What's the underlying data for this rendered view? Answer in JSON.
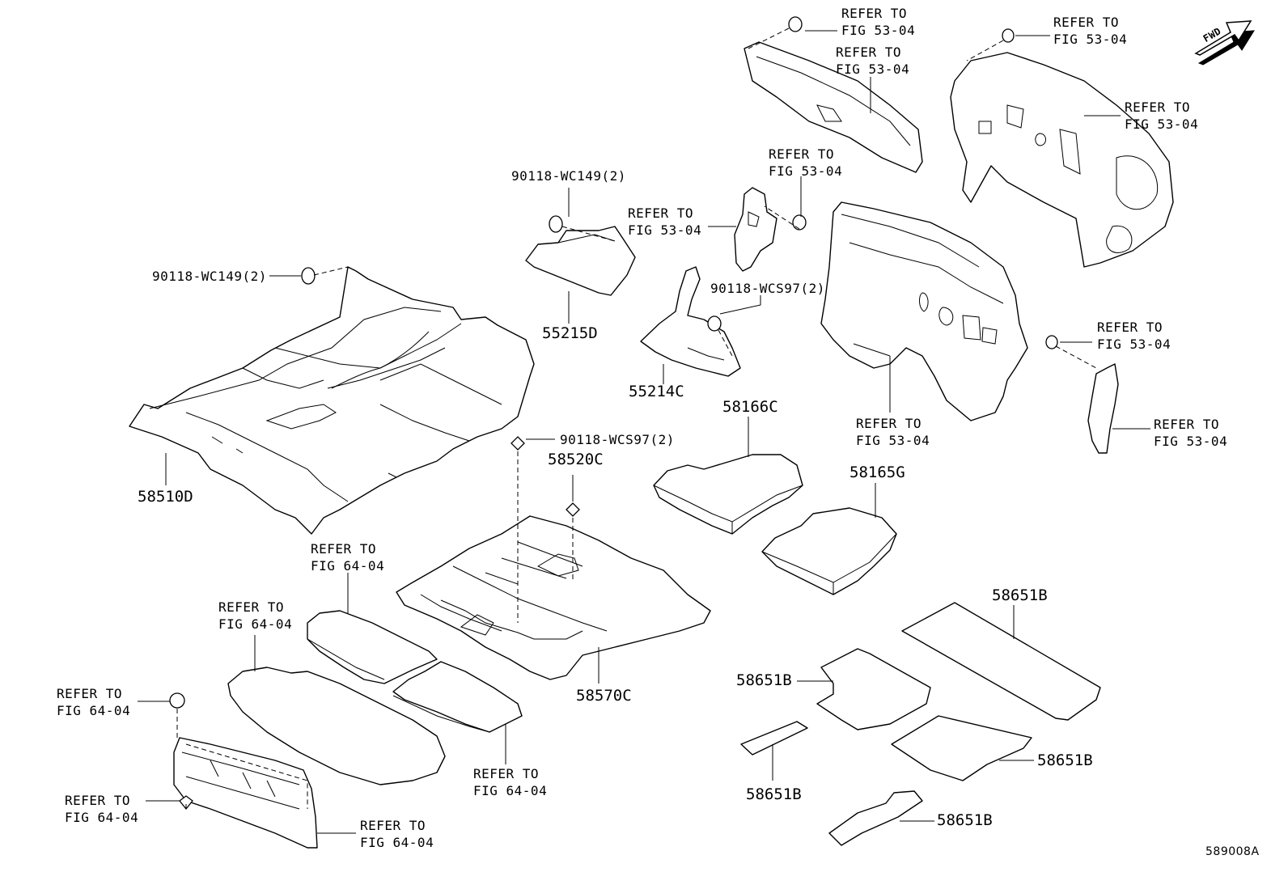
{
  "diagram": {
    "part_labels": {
      "p_58510D": "58510D",
      "p_55215D": "55215D",
      "p_55214C": "55214C",
      "p_58166C": "58166C",
      "p_58165G": "58165G",
      "p_58520C": "58520C",
      "p_58570C": "58570C",
      "p_58651B_a": "58651B",
      "p_58651B_b": "58651B",
      "p_58651B_c": "58651B",
      "p_58651B_d": "58651B",
      "p_58651B_e": "58651B"
    },
    "fastener_labels": {
      "f_wc149_left": "90118-WC149(2)",
      "f_wc149_top": "90118-WC149(2)",
      "f_wcs97_right": "90118-WCS97(2)",
      "f_wcs97_center": "90118-WCS97(2)"
    },
    "refer": {
      "line1": "REFER TO",
      "fig_53_04": "FIG 53-04",
      "fig_64_04": "FIG 64-04"
    },
    "badge": "FWD",
    "diagram_code": "589008A"
  }
}
